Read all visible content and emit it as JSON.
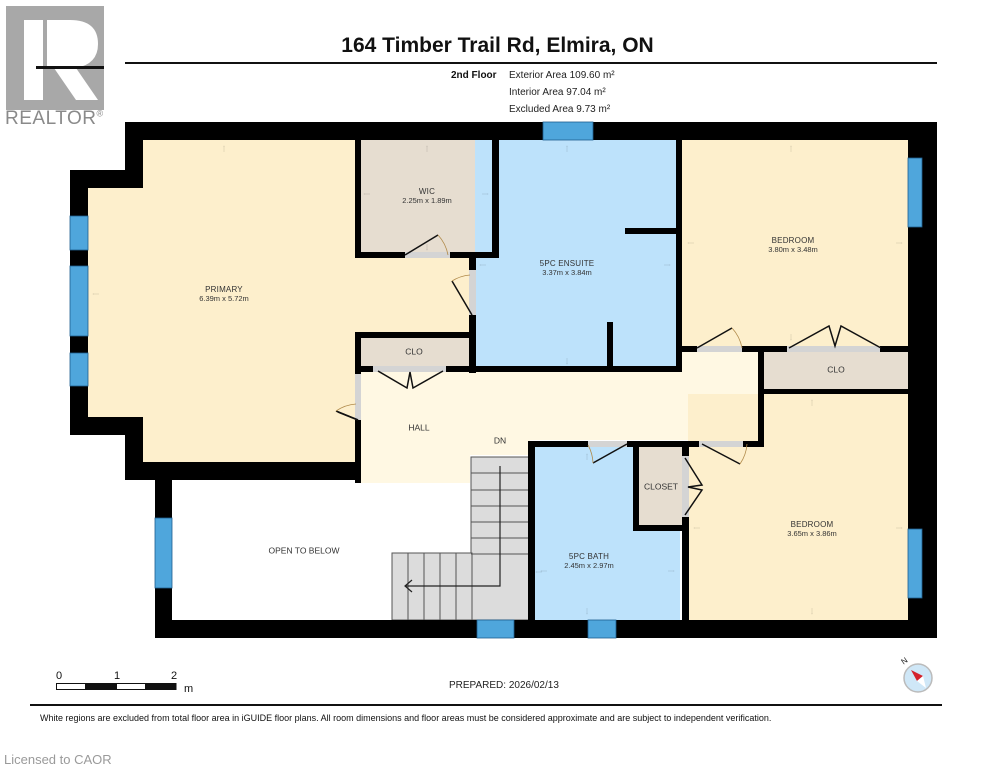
{
  "logo": {
    "letter": "R",
    "text": "REALTOR",
    "mark": "®"
  },
  "header": {
    "title": "164 Timber Trail Rd, Elmira, ON",
    "floor": "2nd Floor",
    "areas": [
      "Exterior Area 109.60 m²",
      "Interior Area 97.04 m²",
      "Excluded Area 9.73 m²"
    ]
  },
  "rooms": [
    {
      "name": "PRIMARY",
      "dims": "6.39m x 5.72m",
      "color": "#fdefcc"
    },
    {
      "name": "WIC",
      "dims": "2.25m x 1.89m",
      "color": "#e6ddd0"
    },
    {
      "name": "5PC ENSUITE",
      "dims": "3.37m x 3.84m",
      "color": "#bde2fb"
    },
    {
      "name": "BEDROOM",
      "dims": "3.80m x 3.48m",
      "color": "#fdefcc"
    },
    {
      "name": "CLO",
      "dims": "",
      "color": "#e6ddd0"
    },
    {
      "name": "CLO",
      "dims": "",
      "color": "#e6ddd0"
    },
    {
      "name": "HALL",
      "dims": "",
      "color": "#fff8e3"
    },
    {
      "name": "DN",
      "dims": "",
      "color": "#fff8e3"
    },
    {
      "name": "CLOSET",
      "dims": "",
      "color": "#e6ddd0"
    },
    {
      "name": "BEDROOM",
      "dims": "3.65m x 3.86m",
      "color": "#fdefcc"
    },
    {
      "name": "5PC BATH",
      "dims": "2.45m x 2.97m",
      "color": "#bde2fb"
    },
    {
      "name": "OPEN TO BELOW",
      "dims": "",
      "color": "#ffffff"
    }
  ],
  "colors": {
    "wall": "#000000",
    "window": "#4fa6dc",
    "stairs": "#dcdcdc",
    "door_gap": "#d4d4d4"
  },
  "scale": {
    "labels": [
      "0",
      "1",
      "2"
    ],
    "unit": "m"
  },
  "prepared": "PREPARED: 2026/02/13",
  "compass": {
    "label": "N"
  },
  "disclaimer": "White regions are excluded from total floor area in iGUIDE floor plans. All room dimensions and floor areas must be considered approximate and are subject to independent verification.",
  "footer": {
    "licensed": "Licensed to CAOR"
  }
}
